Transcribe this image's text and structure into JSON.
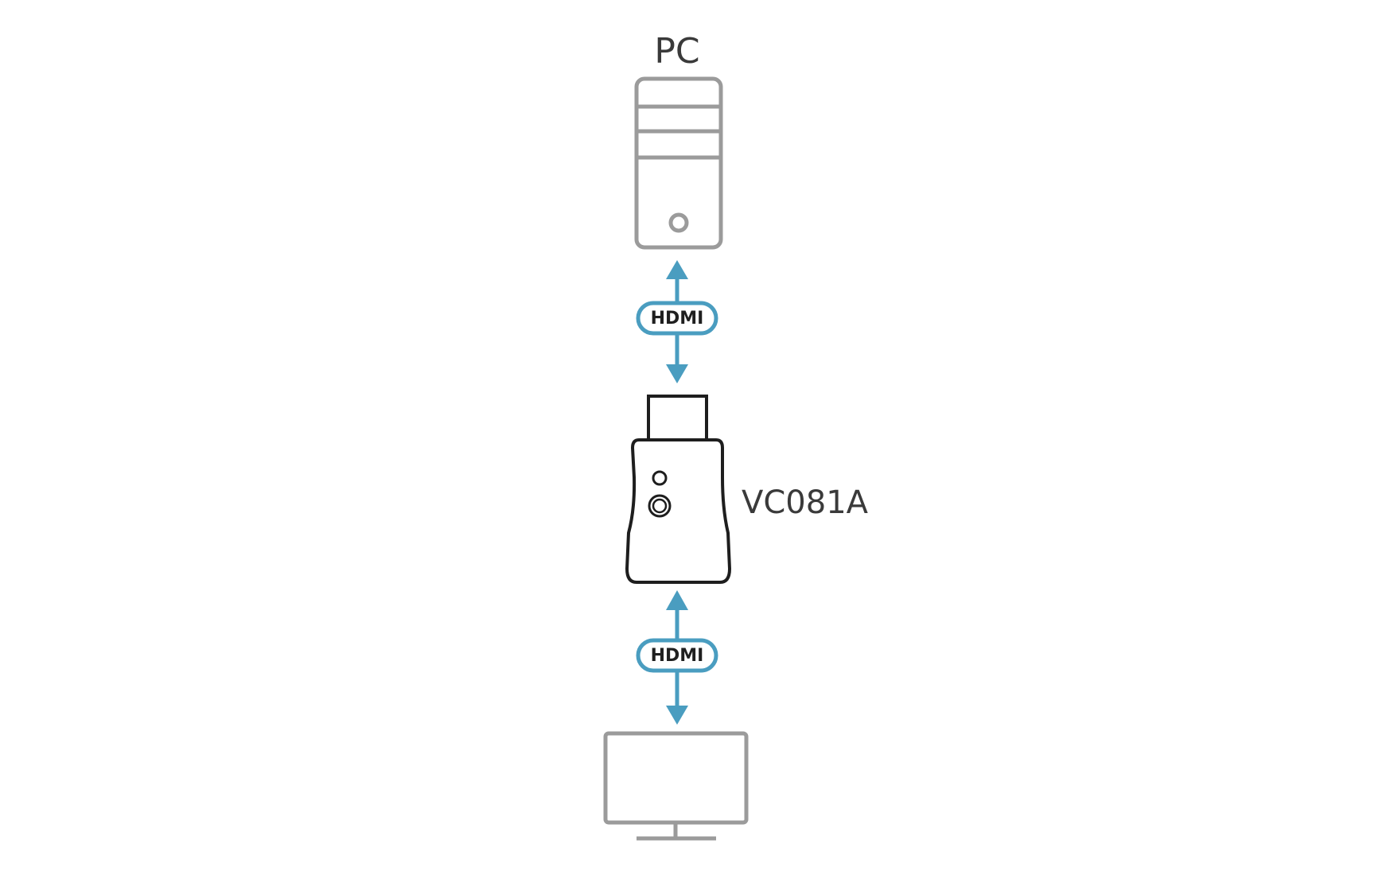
{
  "diagram": {
    "pc_label": "PC",
    "device_label": "VC081A",
    "upper_connection_label": "HDMI",
    "lower_connection_label": "HDMI"
  },
  "colors": {
    "device_outline": "#9b9b9b",
    "adapter_outline": "#1e1e1e",
    "arrow": "#4a9dc0",
    "text": "#3a3a3a",
    "background": "#ffffff"
  },
  "icons": {
    "top": "pc-tower-icon",
    "middle": "hdmi-adapter-icon",
    "bottom": "monitor-icon"
  }
}
